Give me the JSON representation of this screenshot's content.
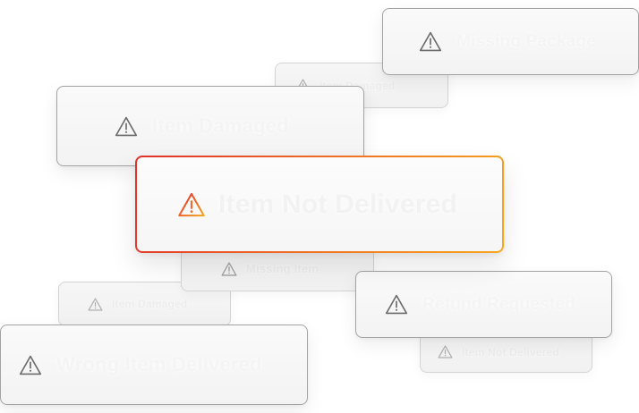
{
  "colors": {
    "icon_gray": "#6b6b6b",
    "icon_faded": "#b0b0b0",
    "accent_red": "#e0302a",
    "accent_orange": "#ee6a26",
    "accent_amber": "#f6a61e"
  },
  "cards": {
    "missing_package": {
      "label": "Missing Package",
      "icon": "warning-triangle-icon"
    },
    "back_top": {
      "label": "Item Damaged",
      "icon": "warning-triangle-icon"
    },
    "item_damaged": {
      "label": "Item Damaged",
      "icon": "warning-triangle-icon"
    },
    "item_not_delivered": {
      "label": "Item Not Delivered",
      "icon": "warning-triangle-icon"
    },
    "back_middle": {
      "label": "Missing Item",
      "icon": "warning-triangle-icon"
    },
    "back_left": {
      "label": "Item Damaged",
      "icon": "warning-triangle-icon"
    },
    "refund_requested": {
      "label": "Refund Requested",
      "icon": "warning-triangle-icon"
    },
    "back_right": {
      "label": "Item Not Delivered",
      "icon": "warning-triangle-icon"
    },
    "wrong_item": {
      "label": "Wrong Item Delivered",
      "icon": "warning-triangle-icon"
    }
  }
}
